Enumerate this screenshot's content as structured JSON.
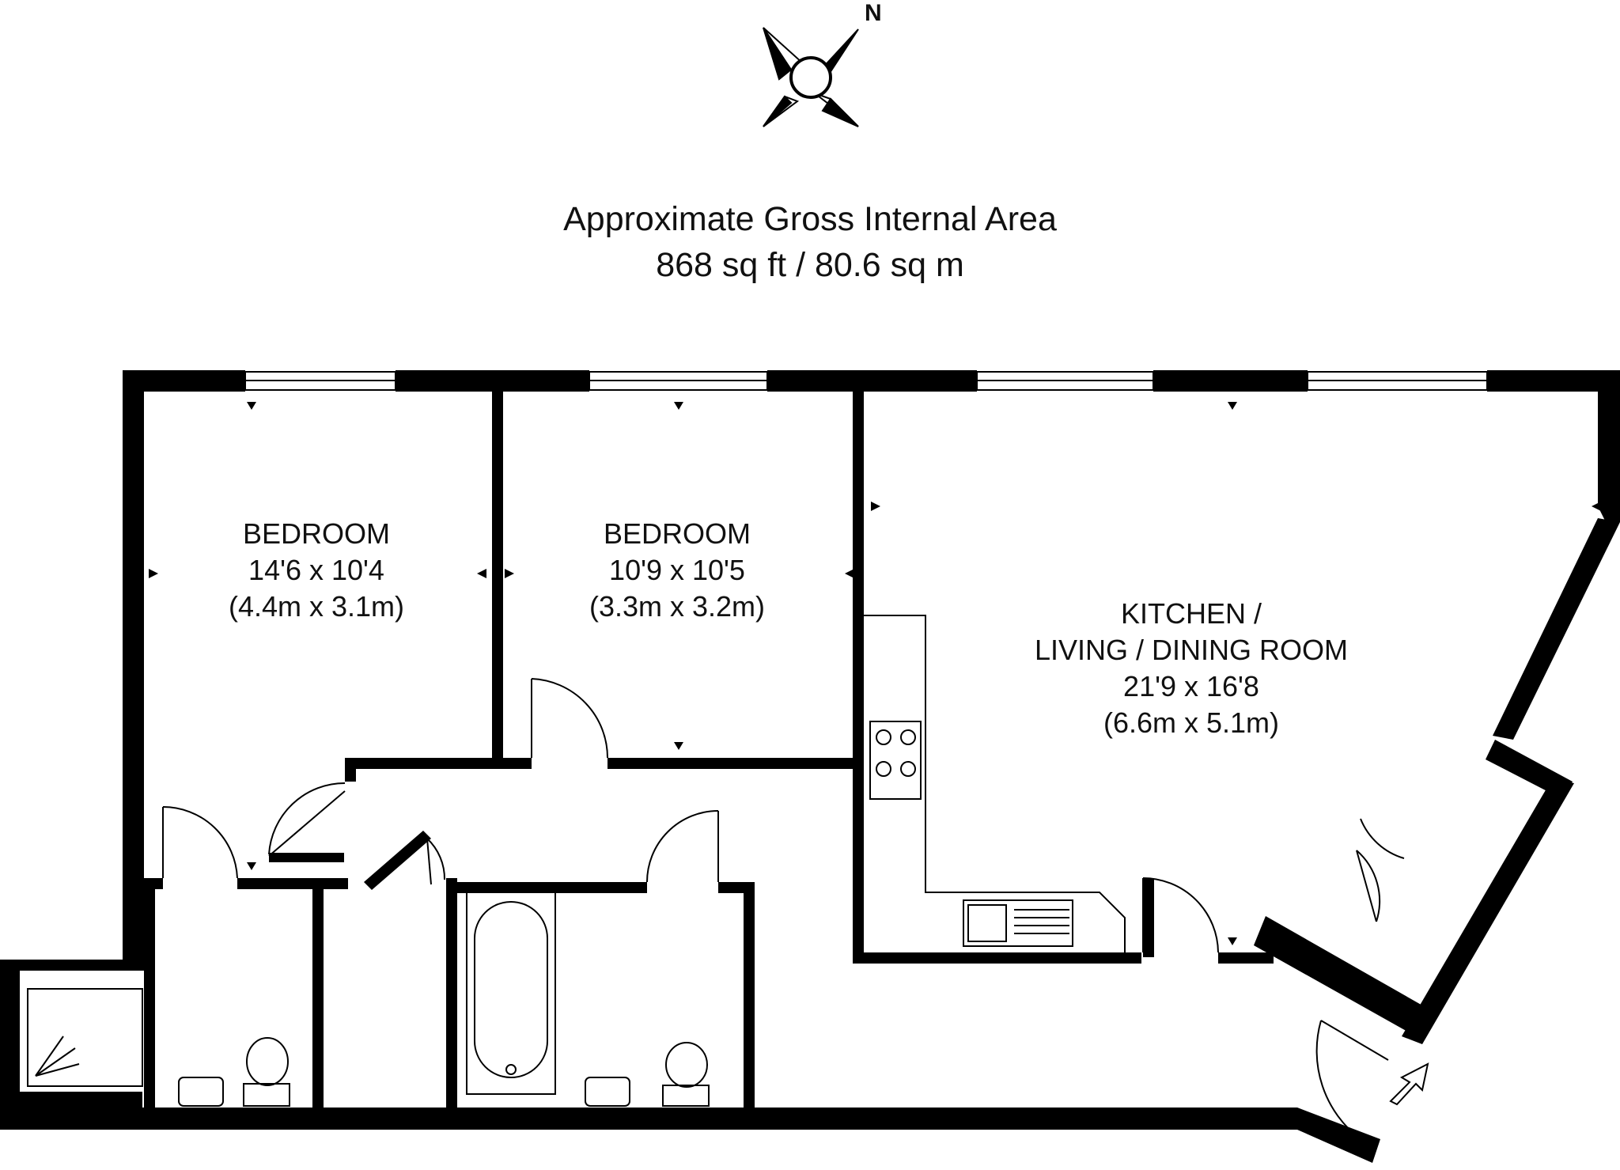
{
  "compass": {
    "label": "N",
    "icon": "compass-rose-icon"
  },
  "area": {
    "line1": "Approximate Gross Internal Area",
    "line2": "868 sq ft / 80.6 sq m"
  },
  "rooms": [
    {
      "id": "bedroom-1",
      "name": "BEDROOM",
      "imperial": "14'6 x 10'4",
      "metric": "(4.4m x 3.1m)"
    },
    {
      "id": "bedroom-2",
      "name": "BEDROOM",
      "imperial": "10'9 x 10'5",
      "metric": "(3.3m x 3.2m)"
    },
    {
      "id": "kitchen-living",
      "name_line1": "KITCHEN /",
      "name_line2": "LIVING / DINING ROOM",
      "imperial": "21'9 x 16'8",
      "metric": "(6.6m x 5.1m)"
    }
  ],
  "fixtures": [
    "shower-icon",
    "bathtub-icon",
    "toilet-icon",
    "basin-icon",
    "hob-icon",
    "sink-icon",
    "entrance-arrow-icon"
  ],
  "colors": {
    "wall": "#000000",
    "line": "#000000",
    "background": "#ffffff"
  }
}
